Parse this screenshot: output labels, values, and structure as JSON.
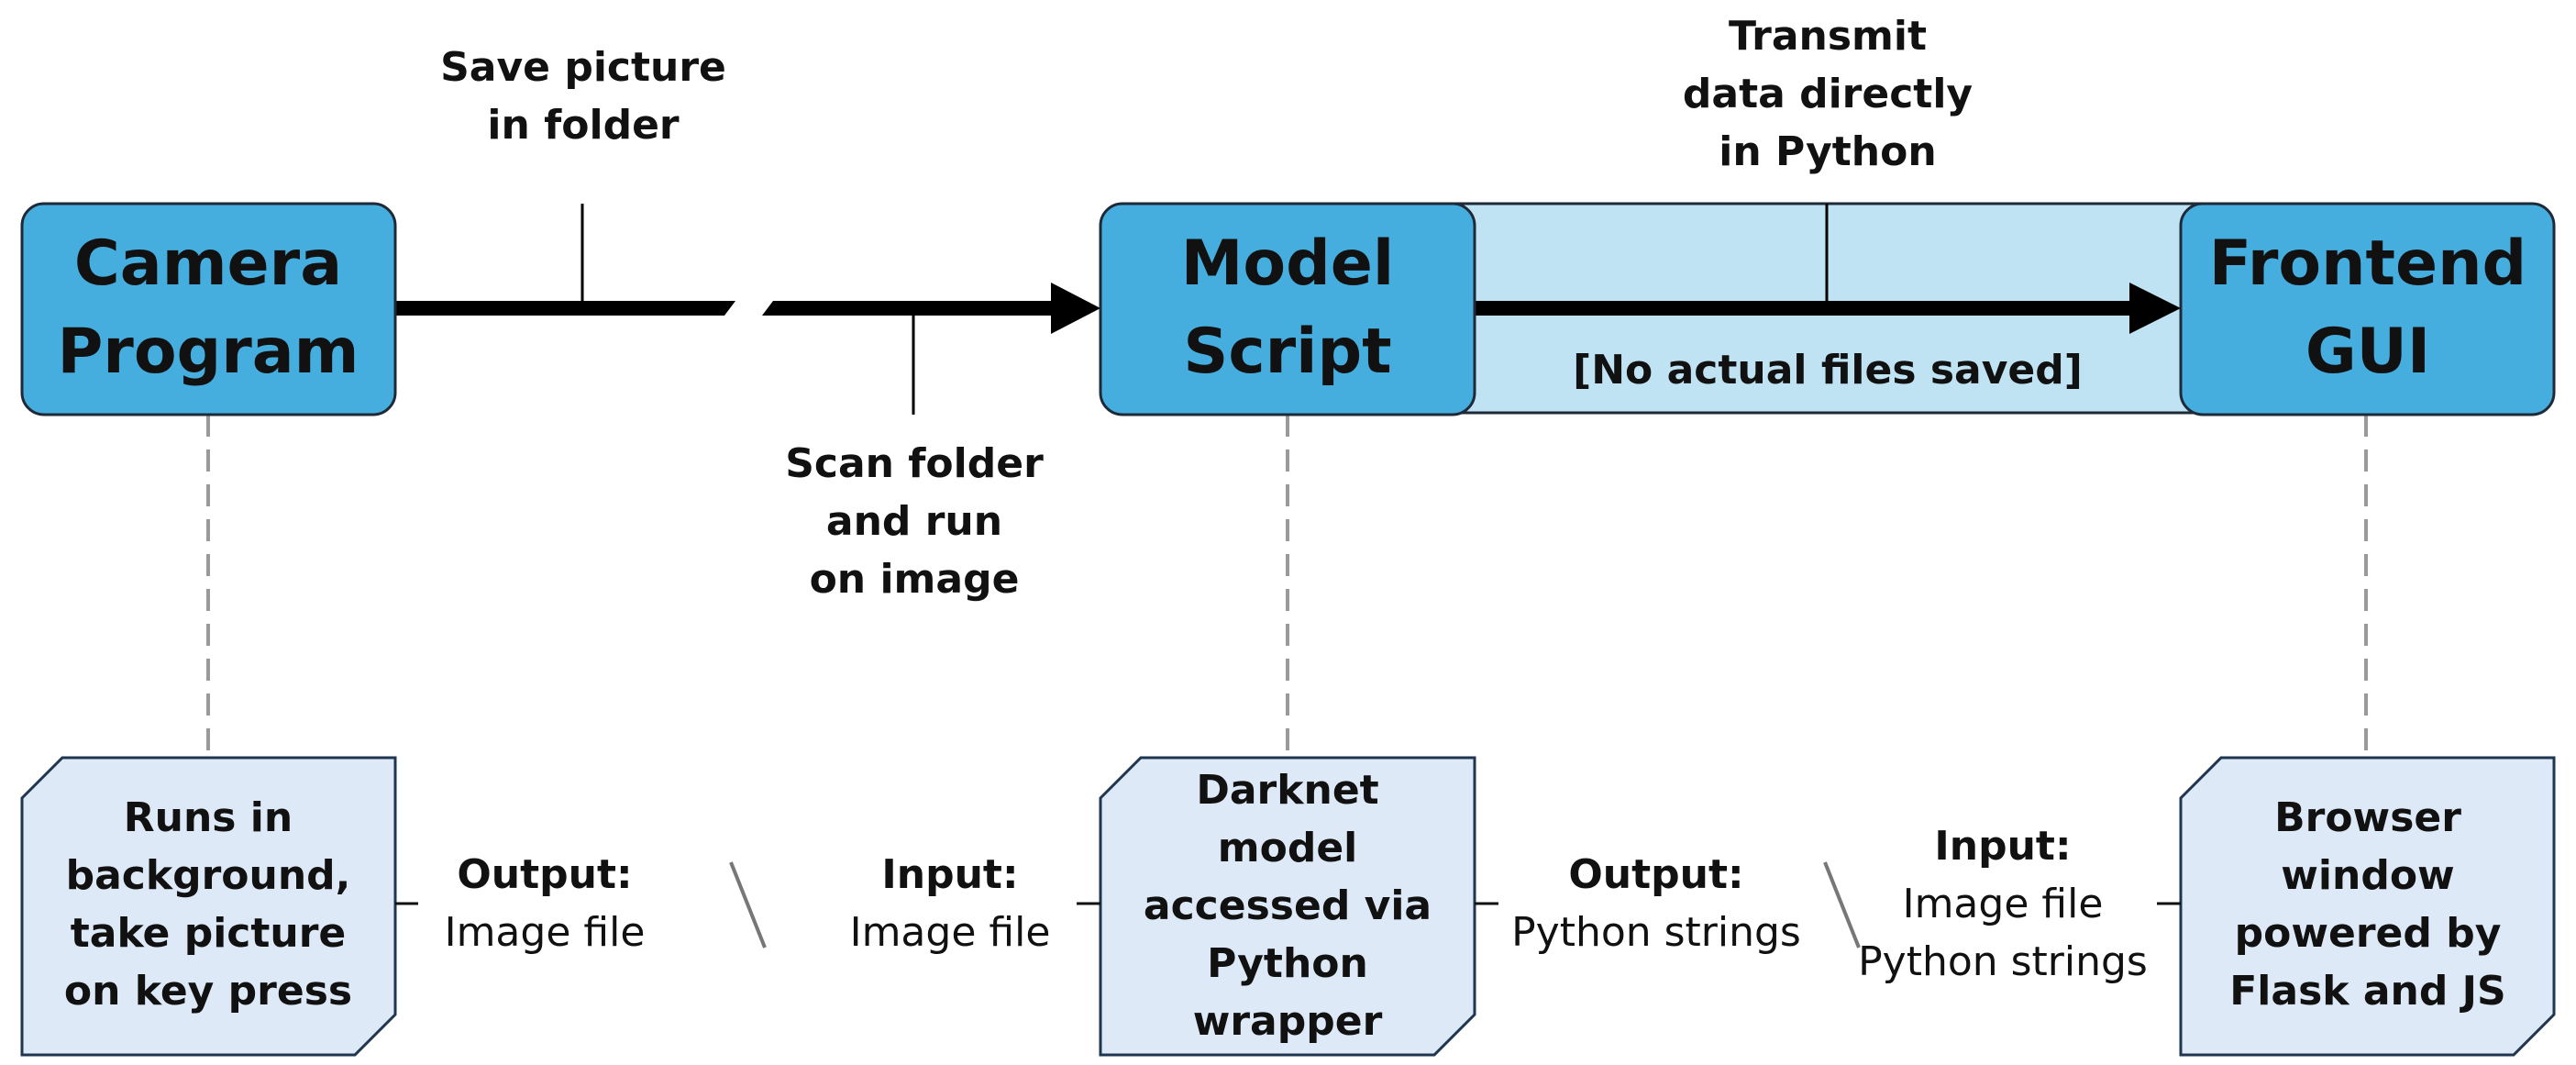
{
  "colors": {
    "box_fill": "#45aedf",
    "box_stroke": "#1f2a38",
    "band_fill": "#bfe3f3",
    "card_fill": "#dde9f6",
    "card_stroke": "#1f3550",
    "arrow": "#000000",
    "dash": "#9a9a9a"
  },
  "boxes": {
    "camera": {
      "line1": "Camera",
      "line2": "Program"
    },
    "model": {
      "line1": "Model",
      "line2": "Script"
    },
    "frontend": {
      "line1": "Frontend",
      "line2": "GUI"
    }
  },
  "arrow_labels": {
    "save": {
      "line1": "Save picture",
      "line2": "in folder"
    },
    "scan": {
      "line1": "Scan folder",
      "line2": "and run",
      "line3": "on image"
    },
    "transmit": {
      "line1": "Transmit",
      "line2": "data directly",
      "line3": "in Python"
    },
    "no_files": "[No actual files saved]"
  },
  "cards": {
    "camera": {
      "line1": "Runs in",
      "line2": "background,",
      "line3": "take picture",
      "line4": "on key press"
    },
    "model": {
      "line1": "Darknet",
      "line2": "model",
      "line3": "accessed via",
      "line4": "Python",
      "line5": "wrapper"
    },
    "frontend": {
      "line1": "Browser",
      "line2": "window",
      "line3": "powered by",
      "line4": "Flask and JS"
    }
  },
  "io": {
    "camera_output": {
      "key": "Output",
      "colon": ":",
      "value": "Image file"
    },
    "model_input": {
      "key": "Input",
      "colon": ":",
      "value": "Image file"
    },
    "model_output": {
      "key": "Output",
      "colon": ":",
      "value": "Python strings"
    },
    "frontend_input": {
      "key": "Input",
      "colon": ":",
      "value1": "Image file",
      "value2": "Python strings"
    }
  }
}
